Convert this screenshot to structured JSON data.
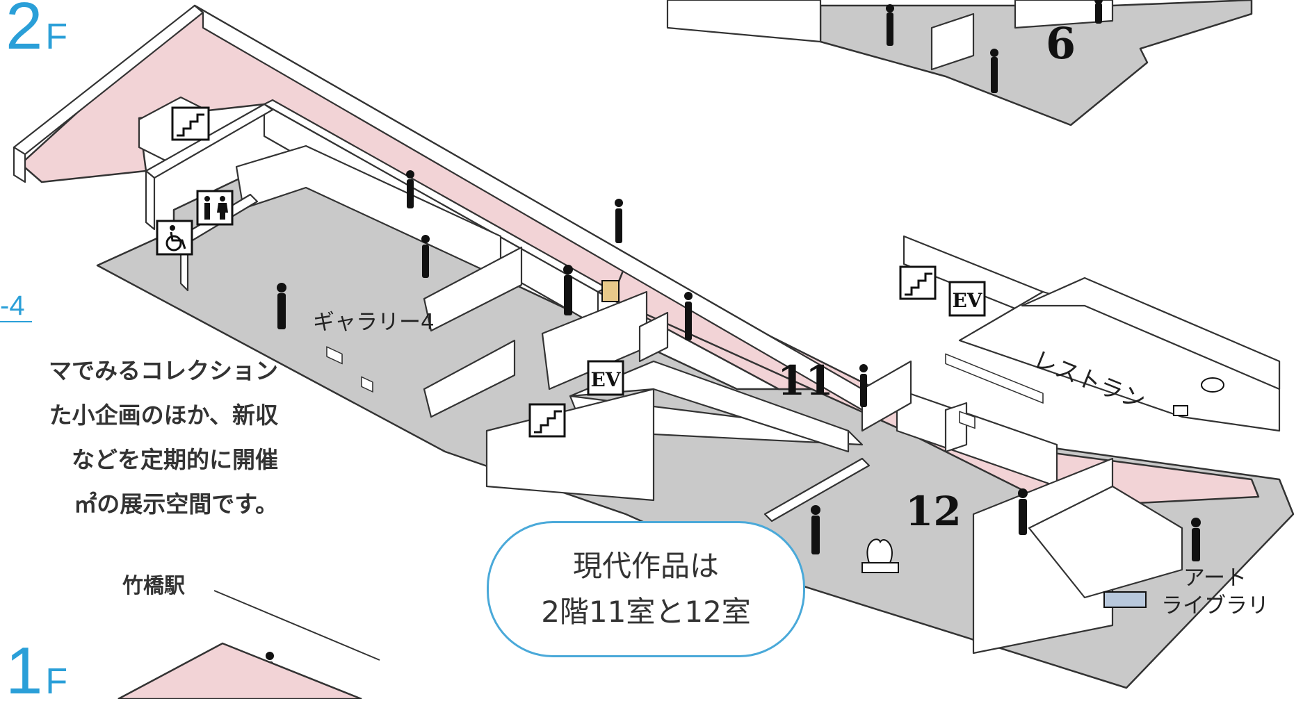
{
  "floors": {
    "upper": {
      "number": "2",
      "unit": "F"
    },
    "lower": {
      "number": "1",
      "unit": "F"
    }
  },
  "gallery_link": "-4",
  "description_lines": [
    "マでみるコレクション",
    "た小企画のほか、新収",
    "などを定期的に開催",
    "㎡の展示空間です。"
  ],
  "rooms": {
    "gallery4": "ギャラリー4",
    "room6": "6",
    "room11": "11",
    "room12": "12",
    "restaurant": "レストラン",
    "art_library_line1": "アート",
    "art_library_line2": "ライブラリ"
  },
  "elevator_label": "EV",
  "station": "竹橋駅",
  "callout": {
    "line1": "現代作品は",
    "line2": "2階11室と12室"
  },
  "colors": {
    "floor": "#c9c9c9",
    "corridor": "#f2d3d6",
    "wall": "#ffffff",
    "accent": "#2a9fd8"
  },
  "icons": [
    "stairs-icon",
    "elevator-icon",
    "restroom-icon",
    "wheelchair-icon",
    "person-icon",
    "sculpture-icon",
    "table-icon",
    "desk-icon"
  ]
}
